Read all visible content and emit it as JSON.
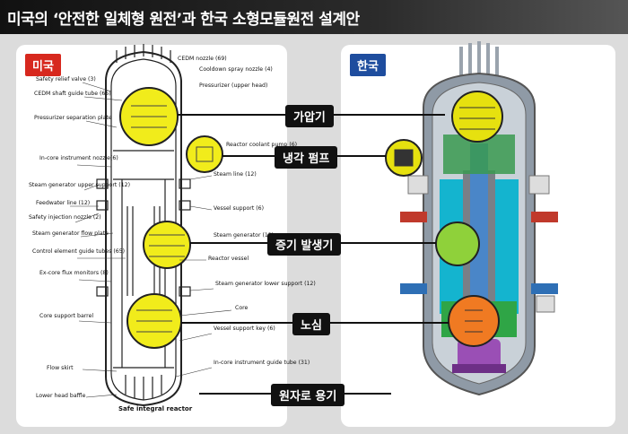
{
  "title": "미국의 ‘안전한 일체형 원전’과 한국 소형모듈원전 설계안",
  "badges": {
    "us": "미국",
    "kr": "한국"
  },
  "center_labels": [
    "가압기",
    "냉각 펌프",
    "증기 발생기",
    "노심",
    "원자로 용기"
  ],
  "left_labels": [
    "CEDM nozzle (69)",
    "Cooldown spray nozzle (4)",
    "Safety relief valve (3)",
    "CEDM shaft guide tube (65)",
    "Pressurizer (upper head)",
    "Pressurizer separation plate",
    "In-core instrument nozzle(6)",
    "Reactor coolant pump (6)",
    "Steam line (12)",
    "Steam generator upper support (12)",
    "Feedwater line (12)",
    "Safety injection nozzle (2)",
    "Vessel support (6)",
    "Steam generator flow plate",
    "Steam generator (12)",
    "Control element guide tubes (65)",
    "Reactor vessel",
    "Ex-core flux monitors (8)",
    "Steam generator lower support (12)",
    "Core",
    "Core support barrel",
    "Vessel support key (6)",
    "Flow skirt",
    "In-core instrument guide tube (31)",
    "Lower head baffle",
    "Safe integral reactor"
  ],
  "colors": {
    "highlight": "#f1ec1b",
    "us_badge": "#d7281e",
    "kr_badge": "#1e4d9e",
    "label_bg": "#111111"
  }
}
